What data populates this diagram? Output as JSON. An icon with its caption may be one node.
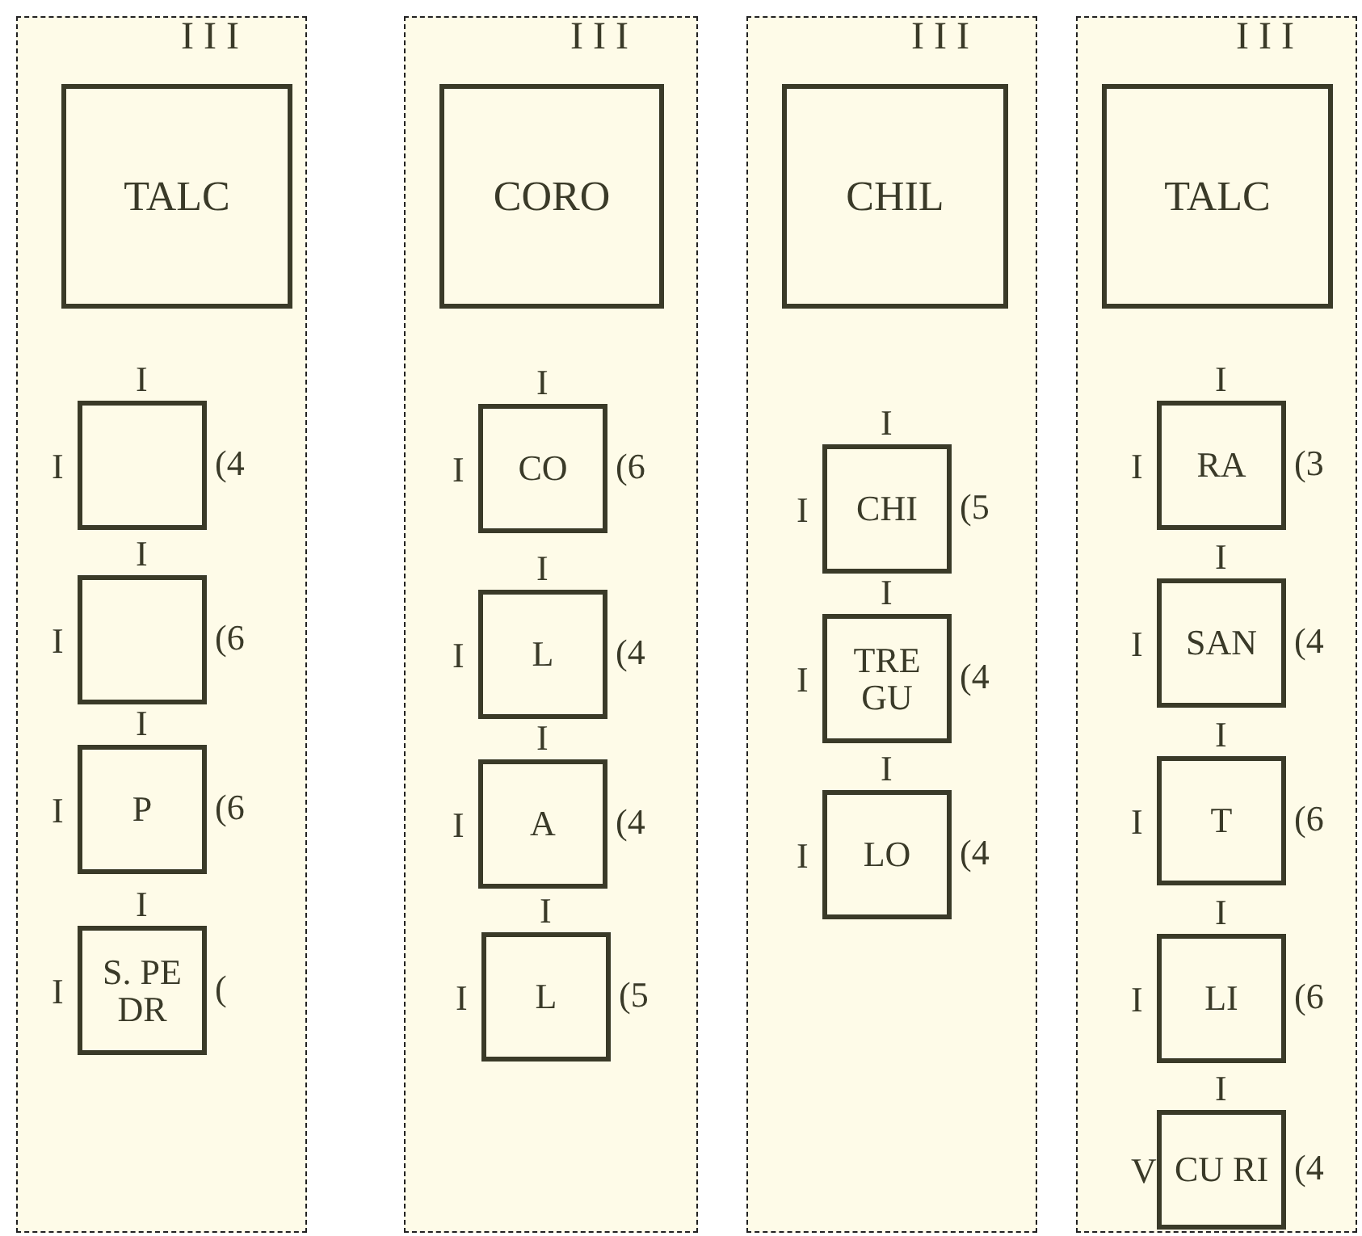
{
  "diagram": {
    "nodes": [
      {
        "text": [
          "I I I"
        ]
      },
      {
        "text": [
          "TALC"
        ],
        "in": 0
      },
      {
        "text": [],
        "shape": "box",
        "in": 0,
        "beside": [
          "I",
          "I",
          "(4"
        ]
      },
      {
        "text": [],
        "shape": "box",
        "in": 0,
        "beside": [
          "I",
          "I",
          "(6"
        ]
      },
      {
        "text": [
          "P"
        ],
        "in": 0,
        "beside": [
          "I",
          "I",
          "(6"
        ]
      },
      {
        "text": [
          "S. PE DR"
        ],
        "in": 0,
        "beside": [
          "I",
          "I",
          "("
        ]
      },
      {
        "text": [
          "I I I"
        ]
      },
      {
        "text": [
          "CORO"
        ],
        "in": 6
      },
      {
        "text": [
          "CO"
        ],
        "in": 6,
        "beside": [
          "I",
          "I",
          "(6"
        ]
      },
      {
        "text": [
          "L"
        ],
        "in": 6,
        "beside": [
          "I",
          "I",
          "(4"
        ]
      },
      {
        "text": [
          "A"
        ],
        "in": 6,
        "beside": [
          "I",
          "I",
          "(4"
        ]
      },
      {
        "text": [
          "L"
        ],
        "in": 6,
        "beside": [
          "I",
          "I",
          "(5"
        ]
      },
      {
        "text": [
          "I I I"
        ]
      },
      {
        "text": [
          "CHIL"
        ],
        "in": 12
      },
      {
        "text": [
          "CHI"
        ],
        "in": 12,
        "beside": [
          "I",
          "I",
          "(5"
        ]
      },
      {
        "text": [
          "TRE GU"
        ],
        "in": 12,
        "beside": [
          "I",
          "I",
          "(4"
        ]
      },
      {
        "text": [
          "LO"
        ],
        "in": 12,
        "beside": [
          "I",
          "I",
          "(4"
        ]
      },
      {
        "text": [
          "I I I"
        ]
      },
      {
        "text": [
          "TALC"
        ],
        "in": 17
      },
      {
        "text": [
          "RA"
        ],
        "in": 17,
        "beside": [
          "I",
          "I",
          "(3"
        ]
      },
      {
        "text": [
          "SAN"
        ],
        "in": 17,
        "beside": [
          "I",
          "I",
          "(4"
        ]
      },
      {
        "text": [
          "T"
        ],
        "in": 17,
        "beside": [
          "I",
          "I",
          "(6"
        ]
      },
      {
        "text": [
          "LI"
        ],
        "in": 17,
        "beside": [
          "I",
          "I",
          "(6"
        ]
      },
      {
        "text": [
          "CU RI"
        ],
        "in": 17,
        "beside": [
          "I",
          "V",
          "(4"
        ]
      }
    ]
  }
}
